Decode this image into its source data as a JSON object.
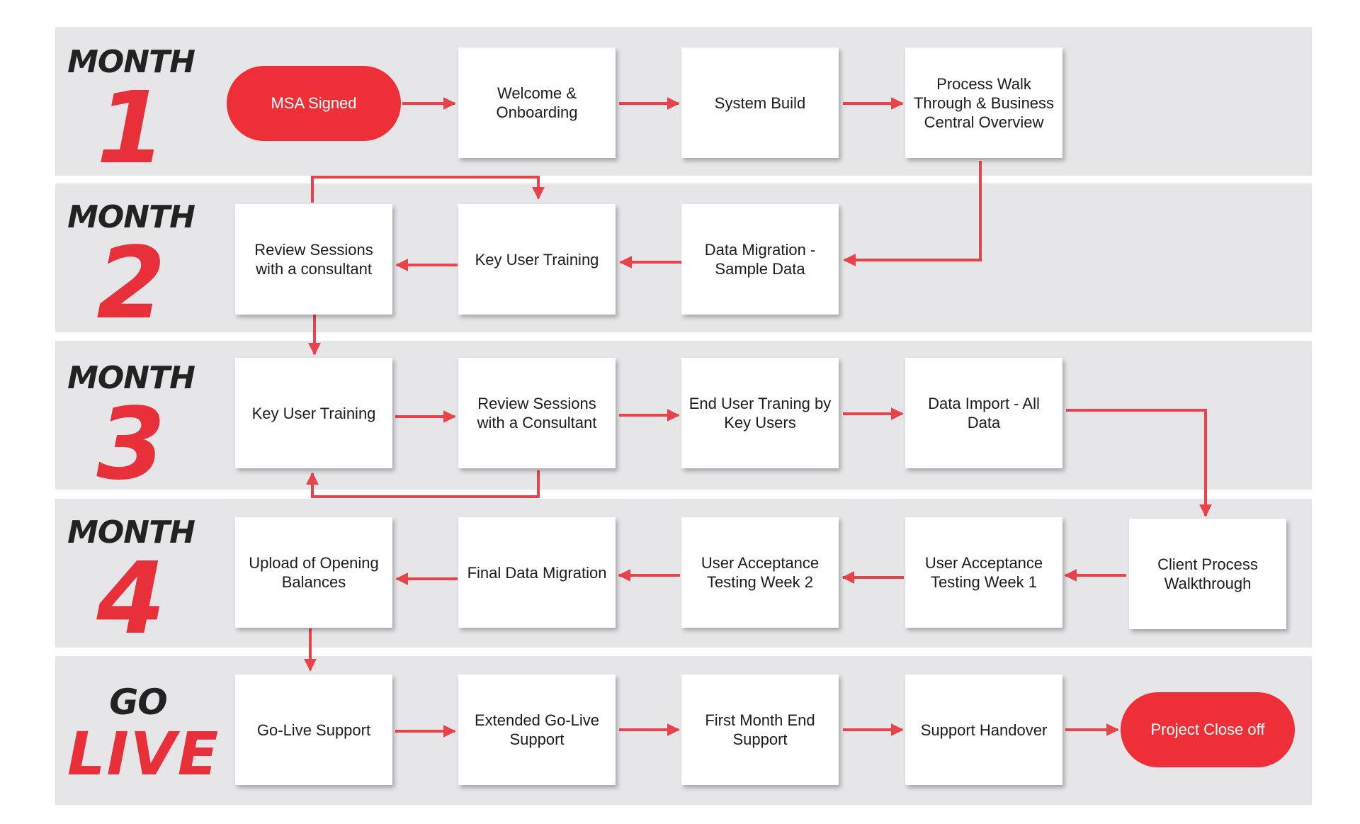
{
  "colors": {
    "band": "#e6e6e8",
    "accent": "#ee2f37",
    "arrow": "#e8434b",
    "title_dark": "#222222"
  },
  "rows": [
    {
      "word": "MONTH",
      "num": "1"
    },
    {
      "word": "MONTH",
      "num": "2"
    },
    {
      "word": "MONTH",
      "num": "3"
    },
    {
      "word": "MONTH",
      "num": "4"
    },
    {
      "word": "GO",
      "num": "LIVE"
    }
  ],
  "nodes": {
    "msa_signed": "MSA Signed",
    "welcome": "Welcome & Onboarding",
    "system_build": "System Build",
    "process_walk": "Process Walk Through & Business Central Overview",
    "data_migration_sample": "Data Migration - Sample Data",
    "key_user_training_m2": "Key User Training",
    "review_sessions_m2": "Review Sessions with a consultant",
    "key_user_training_m3": "Key User Training",
    "review_sessions_m3": "Review Sessions with a Consultant",
    "end_user_training": "End User Traning by Key Users",
    "data_import": "Data Import - All Data",
    "client_walkthrough": "Client Process Walkthrough",
    "uat_week1": "User Acceptance Testing Week 1",
    "uat_week2": "User Acceptance Testing Week 2",
    "final_data_migration": "Final Data Migration",
    "upload_opening": "Upload of Opening Balances",
    "go_live_support": "Go-Live Support",
    "extended_support": "Extended Go-Live Support",
    "first_month_end": "First Month End Support",
    "support_handover": "Support Handover",
    "project_close": "Project Close off"
  }
}
